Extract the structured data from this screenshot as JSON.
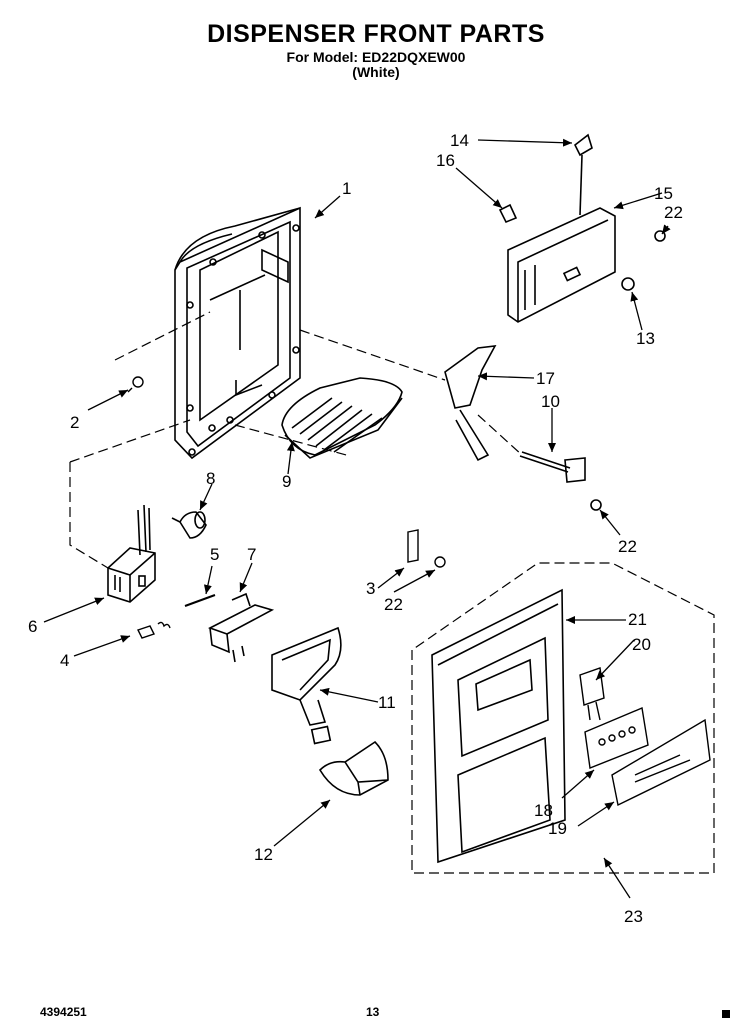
{
  "header": {
    "title": "DISPENSER FRONT PARTS",
    "model_line": "For Model: ED22DQXEW00",
    "color_line": "(White)"
  },
  "footer": {
    "doc_number": "4394251",
    "page_number": "13"
  },
  "part_labels": [
    "1",
    "2",
    "3",
    "4",
    "5",
    "6",
    "7",
    "8",
    "9",
    "10",
    "11",
    "12",
    "13",
    "14",
    "15",
    "16",
    "17",
    "18",
    "19",
    "20",
    "21",
    "22",
    "22",
    "22",
    "23"
  ]
}
